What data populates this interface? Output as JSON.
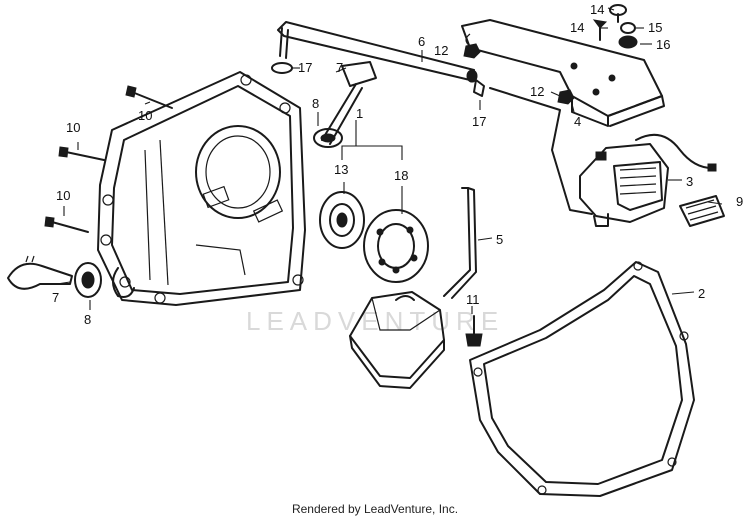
{
  "watermark": "LEADVENTURE",
  "footer": "Rendered by LeadVenture, Inc.",
  "callouts": [
    "1",
    "2",
    "3",
    "4",
    "5",
    "6",
    "7",
    "7",
    "8",
    "8",
    "9",
    "10",
    "10",
    "10",
    "11",
    "12",
    "12",
    "13",
    "14",
    "14",
    "15",
    "16",
    "17",
    "17",
    "18"
  ],
  "colors": {
    "ink": "#1a1a1a",
    "watermark": "#d9d9d9",
    "background": "#ffffff"
  }
}
